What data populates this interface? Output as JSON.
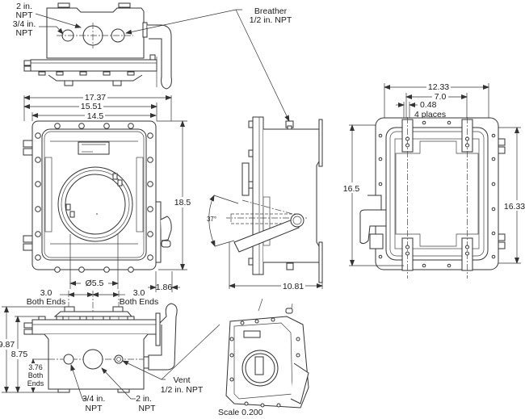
{
  "drawing": {
    "title": "Enclosure dimensional drawing",
    "scale_label": "Scale 0.200",
    "views": {
      "top_view": {
        "callouts": [
          {
            "line1": "2 in.",
            "line2": "NPT"
          },
          {
            "line1": "3/4 in.",
            "line2": "NPT"
          },
          {
            "line1": "Breather",
            "line2": "1/2 in. NPT"
          }
        ]
      },
      "front_view": {
        "dimensions": {
          "overall_width": "17.37",
          "flange_width": "15.51",
          "body_width": "14.5",
          "height": "18.5",
          "window_diameter": "Ø5.5",
          "handle_offset": "1.86"
        }
      },
      "side_view": {
        "dimensions": {
          "depth": "10.81",
          "handle_angle": "37°"
        }
      },
      "back_view": {
        "dimensions": {
          "mount_width": "12.33",
          "mount_spacing": "7.0",
          "slot_width": "0.48",
          "slot_note": "4 places",
          "overall_height": "16.5",
          "mount_height": "16.33"
        }
      },
      "bottom_view": {
        "dimensions": {
          "left_offset": "3.0",
          "left_offset_note": "Both Ends",
          "right_offset": "3.0",
          "right_offset_note": "Both Ends",
          "overall_height": "9.87",
          "body_height": "8.75",
          "hole_height": "3.76",
          "hole_height_note_1": "Both",
          "hole_height_note_2": "Ends"
        },
        "callouts": [
          {
            "line1": "3/4 in.",
            "line2": "NPT"
          },
          {
            "line1": "2 in.",
            "line2": "NPT"
          },
          {
            "line1": "Vent",
            "line2": "1/2 in. NPT"
          }
        ]
      }
    }
  }
}
